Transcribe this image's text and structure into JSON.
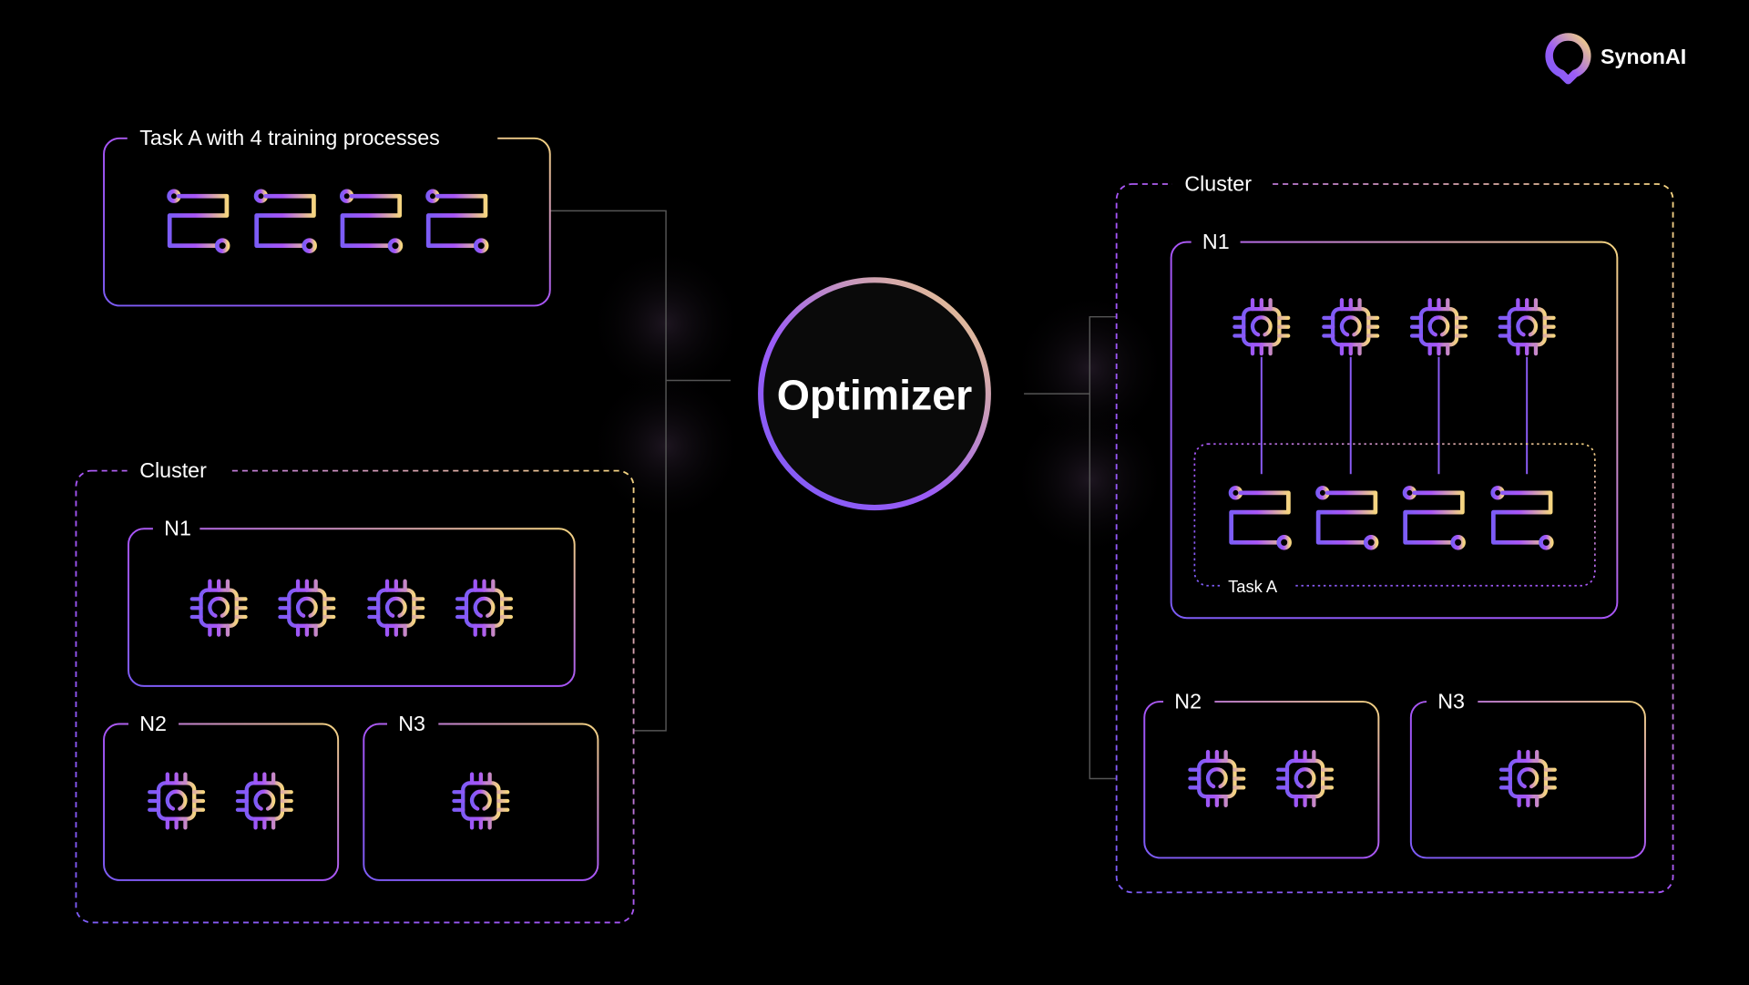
{
  "brand": {
    "name": "SynonAI"
  },
  "colors": {
    "purple": "#7c5cf6",
    "violet": "#a855f7",
    "yellow": "#f5d580",
    "background": "#000000"
  },
  "task_box": {
    "label": "Task A with 4 training processes",
    "process_count": 4
  },
  "optimizer": {
    "label": "Optimizer"
  },
  "left_cluster": {
    "label": "Cluster",
    "nodes": [
      {
        "label": "N1",
        "chips": 4
      },
      {
        "label": "N2",
        "chips": 2
      },
      {
        "label": "N3",
        "chips": 1
      }
    ]
  },
  "right_cluster": {
    "label": "Cluster",
    "nodes": [
      {
        "label": "N1",
        "chips": 4,
        "task_label": "Task A"
      },
      {
        "label": "N2",
        "chips": 2
      },
      {
        "label": "N3",
        "chips": 1
      }
    ]
  }
}
